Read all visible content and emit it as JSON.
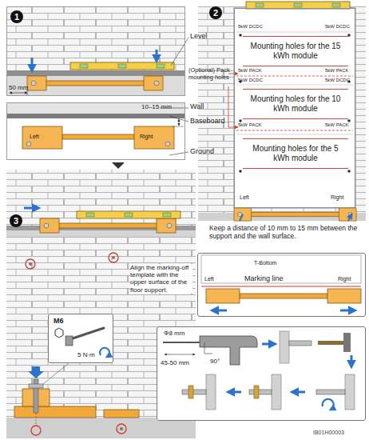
{
  "diagram": {
    "nodes": [
      {
        "text": [
          "50 mm"
        ]
      },
      {
        "text": [
          "1"
        ],
        "in": 0
      },
      {
        "text": [
          "10–15 mm",
          "Left",
          "Right"
        ]
      },
      {
        "text": [
          "2"
        ]
      },
      {
        "text": [
          "Left",
          "Right"
        ]
      },
      {
        "text": [
          "Mounting holes for the 15 kWh module"
        ],
        "in": 4
      },
      {
        "text": [
          "Mounting holes for the 10 kWh module"
        ],
        "in": 4
      },
      {
        "text": [
          "Mounting holes for the 5 kWh module"
        ],
        "in": 4
      },
      {
        "text": [
          "3"
        ]
      },
      {
        "text": [
          "T-Bottom",
          "Left",
          "Marking line",
          "Right"
        ]
      },
      {
        "text": [
          "M6",
          "5 N·m"
        ]
      },
      {
        "text": [
          "Φ8 mm",
          "45-50 mm",
          "90°"
        ]
      }
    ],
    "labels": [
      "Level",
      "(Optional) Pack mounting holes",
      "Wall",
      "Baseboard",
      "Ground",
      "5kW DCDC",
      "5kW DCDC",
      "5kW PACK",
      "5kW PACK",
      "5kW DCDC",
      "5kW DCDC",
      "5kW PACK",
      "5kW PACK",
      "Keep a distance of 10 mm to 15 mm between the support and the wall surface.",
      "Align the marking-off template with the upper surface of the floor support.",
      "IB01H00003"
    ]
  }
}
